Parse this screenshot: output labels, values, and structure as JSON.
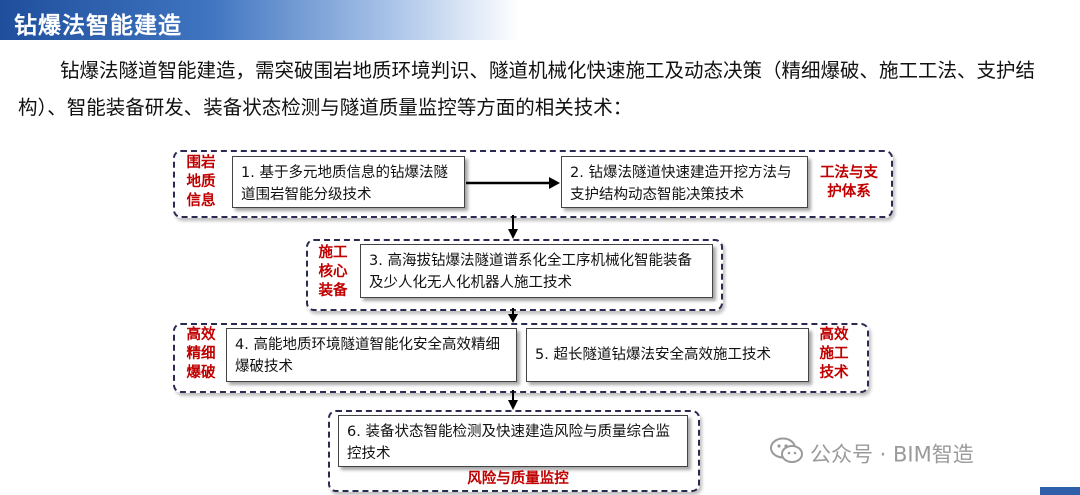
{
  "header": {
    "title": "钻爆法智能建造"
  },
  "intro": {
    "text": "钻爆法隧道智能建造，需突破围岩地质环境判识、隧道机械化快速施工及动态决策（精细爆破、施工工法、支护结构）、智能装备研发、装备状态检测与隧道质量监控等方面的相关技术："
  },
  "diagram": {
    "row1": {
      "left_tag": "围岩\n地质\n信息",
      "box1": "1. 基于多元地质信息的钻爆法隧道围岩智能分级技术",
      "box2": "2. 钻爆法隧道快速建造开挖方法与支护结构动态智能决策技术",
      "right_tag": "工法与支\n护体系"
    },
    "row2": {
      "left_tag": "施工\n核心\n装备",
      "box3": "3. 高海拔钻爆法隧道谱系化全工序机械化智能装备及少人化无人化机器人施工技术"
    },
    "row3": {
      "left_tag": "高效\n精细\n爆破",
      "box4": "4. 高能地质环境隧道智能化安全高效精细爆破技术",
      "box5": "5. 超长隧道钻爆法安全高效施工技术",
      "right_tag": "高效\n施工\n技术"
    },
    "row4": {
      "box6": "6. 装备状态智能检测及快速建造风险与质量综合监控技术",
      "bottom_tag": "风险与质量监控"
    }
  },
  "watermark": {
    "text": "公众号 · BIM智造",
    "icon": "wechat-icon"
  },
  "colors": {
    "header": "#1f4f9c",
    "tag": "#c00000",
    "border": "#2b2b52"
  }
}
